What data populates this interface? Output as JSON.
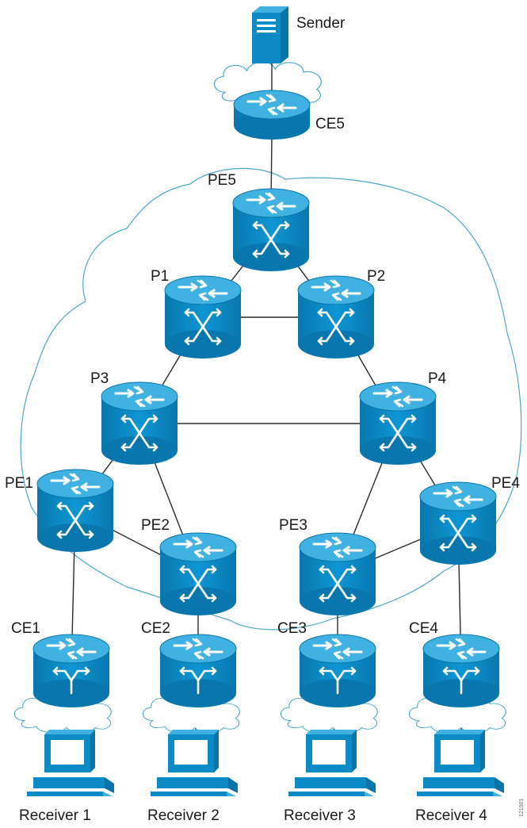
{
  "diagram": {
    "colors": {
      "device": "#0a8bc6",
      "device_top": "#3fb2e2",
      "cloud_outline": "#4aa7c8",
      "link": "#2a2a2a"
    },
    "nodes": {
      "sender": {
        "label": "Sender",
        "icon": "server-icon"
      },
      "ce5": {
        "label": "CE5",
        "icon": "router-icon"
      },
      "pe5": {
        "label": "PE5",
        "icon": "switch-router-icon"
      },
      "p1": {
        "label": "P1",
        "icon": "switch-router-icon"
      },
      "p2": {
        "label": "P2",
        "icon": "switch-router-icon"
      },
      "p3": {
        "label": "P3",
        "icon": "switch-router-icon"
      },
      "p4": {
        "label": "P4",
        "icon": "switch-router-icon"
      },
      "pe1": {
        "label": "PE1",
        "icon": "switch-router-icon"
      },
      "pe2": {
        "label": "PE2",
        "icon": "switch-router-icon"
      },
      "pe3": {
        "label": "PE3",
        "icon": "switch-router-icon"
      },
      "pe4": {
        "label": "PE4",
        "icon": "switch-router-icon"
      },
      "ce1": {
        "label": "CE1",
        "icon": "router-icon"
      },
      "ce2": {
        "label": "CE2",
        "icon": "router-icon"
      },
      "ce3": {
        "label": "CE3",
        "icon": "router-icon"
      },
      "ce4": {
        "label": "CE4",
        "icon": "router-icon"
      },
      "receiver1": {
        "label": "Receiver 1",
        "icon": "workstation-icon"
      },
      "receiver2": {
        "label": "Receiver 2",
        "icon": "workstation-icon"
      },
      "receiver3": {
        "label": "Receiver 3",
        "icon": "workstation-icon"
      },
      "receiver4": {
        "label": "Receiver 4",
        "icon": "workstation-icon"
      }
    },
    "links": [
      [
        "sender",
        "ce5"
      ],
      [
        "ce5",
        "pe5"
      ],
      [
        "pe5",
        "p1"
      ],
      [
        "pe5",
        "p2"
      ],
      [
        "p1",
        "p2"
      ],
      [
        "p1",
        "p3"
      ],
      [
        "p2",
        "p4"
      ],
      [
        "p3",
        "p4"
      ],
      [
        "p3",
        "pe1"
      ],
      [
        "p3",
        "pe2"
      ],
      [
        "pe1",
        "pe2"
      ],
      [
        "p4",
        "pe3"
      ],
      [
        "p4",
        "pe4"
      ],
      [
        "pe3",
        "pe4"
      ],
      [
        "pe1",
        "ce1"
      ],
      [
        "pe2",
        "ce2"
      ],
      [
        "pe3",
        "ce3"
      ],
      [
        "pe4",
        "ce4"
      ],
      [
        "ce1",
        "receiver1"
      ],
      [
        "ce2",
        "receiver2"
      ],
      [
        "ce3",
        "receiver3"
      ],
      [
        "ce4",
        "receiver4"
      ]
    ],
    "figure_ref": "121001"
  }
}
